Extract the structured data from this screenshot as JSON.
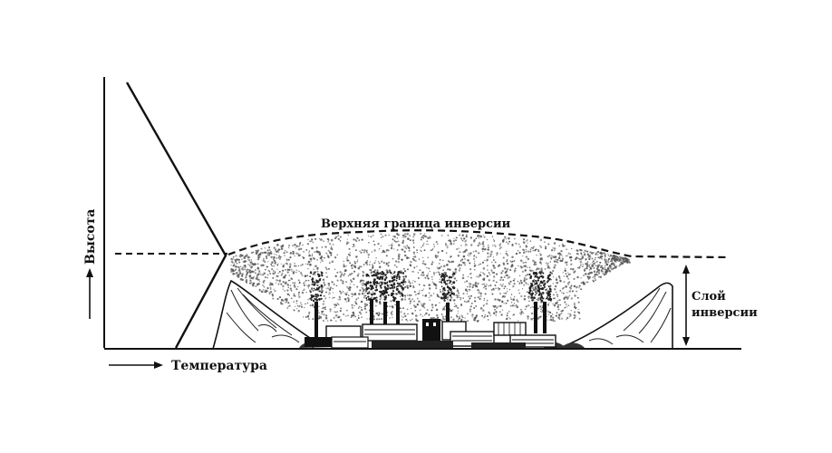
{
  "labels": {
    "y_axis": "Высота",
    "x_axis": "Температура",
    "upper_boundary": "Верхняя граница инверсии",
    "layer_line1": "Слой",
    "layer_line2": "инверсии"
  },
  "colors": {
    "ink": "#111111",
    "smog": "#555555",
    "background": "#ffffff"
  }
}
